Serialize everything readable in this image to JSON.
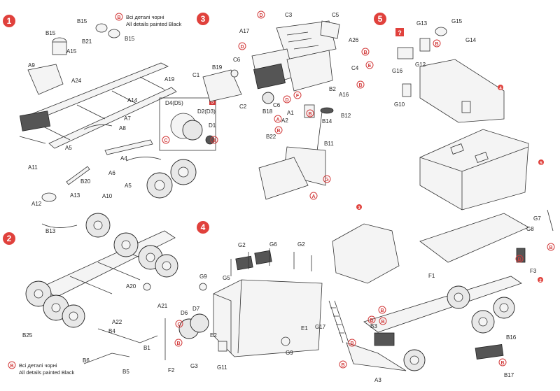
{
  "steps": [
    "1",
    "2",
    "3",
    "4",
    "5"
  ],
  "note": {
    "line1": "Всі деталі чорні",
    "line2": "All details painted Black",
    "marker": "B"
  },
  "markers": {
    "B": "B",
    "C": "C",
    "D": "D",
    "E": "E",
    "F": "F",
    "G": "G",
    "A": "A",
    "Q": "?"
  },
  "ref_numbers": {
    "r4": "4",
    "r5": "5",
    "r3": "3",
    "r2": "2"
  },
  "labels": {
    "s1": [
      "B15",
      "B15",
      "B15",
      "A15",
      "B21",
      "A9",
      "A24",
      "A19",
      "A14",
      "A7",
      "A8",
      "A5",
      "A6",
      "A4",
      "A5",
      "A11",
      "B20",
      "A13",
      "A10",
      "A12",
      "B13",
      "D4(D5)",
      "D2(D3)",
      "D1"
    ],
    "s2": [
      "A20",
      "A21",
      "A22",
      "B4",
      "B25",
      "B1",
      "B6",
      "B5",
      "F2"
    ],
    "s3": [
      "C3",
      "C5",
      "A17",
      "A26",
      "C4",
      "B19",
      "C6",
      "C1",
      "C2",
      "B2",
      "A16",
      "B18",
      "C6",
      "A1",
      "A2",
      "B14",
      "B12",
      "B22",
      "B11"
    ],
    "s4": [
      "G2",
      "G6",
      "G2",
      "G5",
      "G9",
      "D6",
      "D7",
      "E2",
      "E1",
      "G17",
      "G3",
      "G11",
      "G9"
    ],
    "s5": [
      "G13",
      "G15",
      "G14",
      "G16",
      "G12",
      "G10",
      "G7",
      "G8",
      "F3",
      "F1",
      "B3",
      "B16",
      "A3",
      "B17"
    ]
  }
}
